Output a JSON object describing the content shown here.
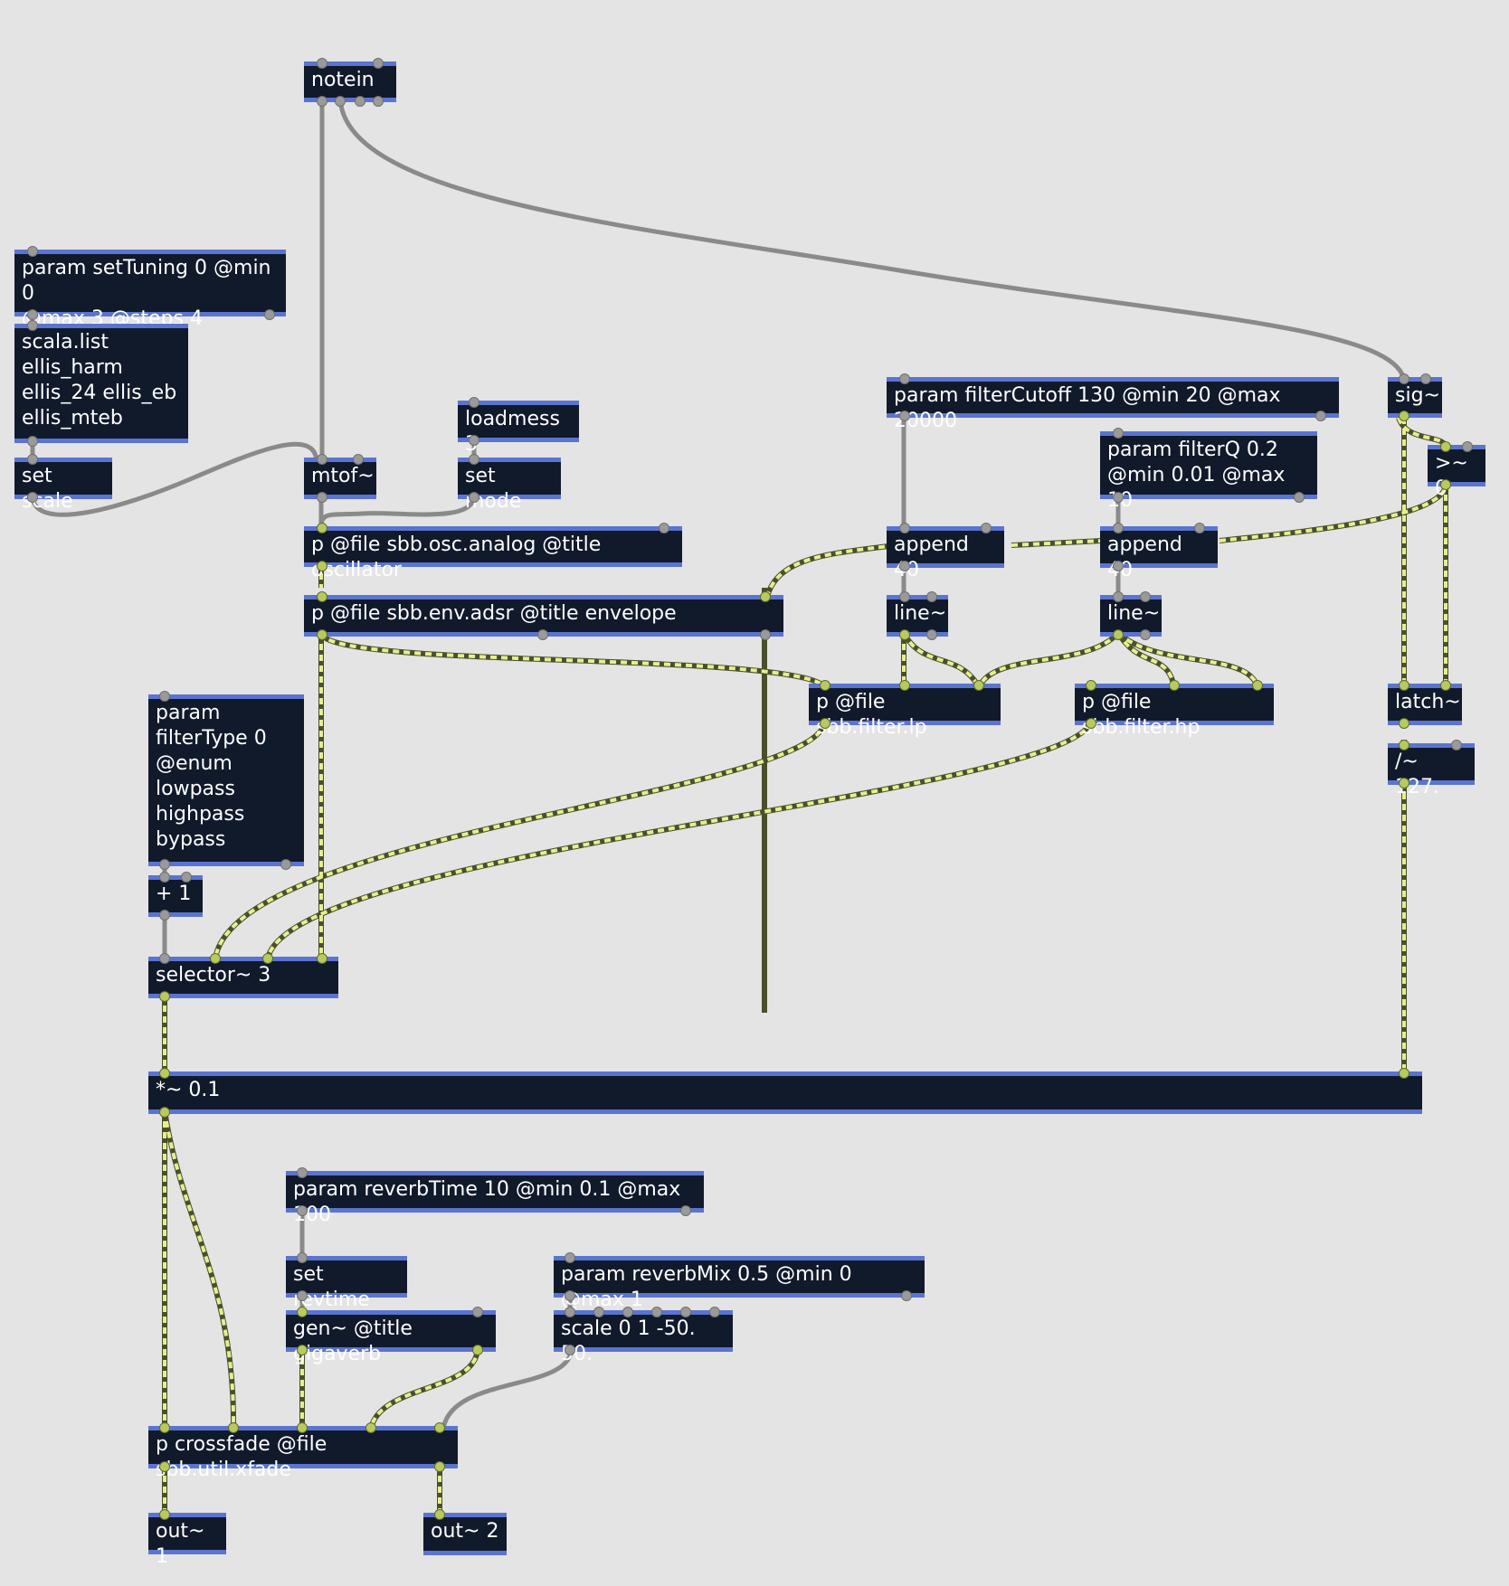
{
  "colors": {
    "background": "#e4e4e4",
    "box_fill": "#111a2b",
    "box_border": "#5a74d0",
    "box_text": "#ffffff",
    "control_cord": "#8a8a8a",
    "signal_cord_light": "#e6ef8e",
    "signal_cord_dark": "#4a4f2c"
  },
  "objects": [
    {
      "id": "notein",
      "text": "notein"
    },
    {
      "id": "param_settuning",
      "text": "param setTuning 0 @min 0\n@max 3 @steps 4"
    },
    {
      "id": "scala_list",
      "text": "scala.list\nellis_harm\nellis_24 ellis_eb\nellis_mteb"
    },
    {
      "id": "set_scale",
      "text": "set scale"
    },
    {
      "id": "mtof",
      "text": "mtof~"
    },
    {
      "id": "loadmess",
      "text": "loadmess 3"
    },
    {
      "id": "set_mode",
      "text": "set mode"
    },
    {
      "id": "osc",
      "text": "p @file sbb.osc.analog @title oscillator"
    },
    {
      "id": "env",
      "text": "p @file sbb.env.adsr @title envelope"
    },
    {
      "id": "param_cutoff",
      "text": "param filterCutoff 130 @min 20 @max 20000"
    },
    {
      "id": "param_q",
      "text": "param filterQ 0.2\n@min 0.01 @max 10"
    },
    {
      "id": "append1",
      "text": "append 40"
    },
    {
      "id": "append2",
      "text": "append 40"
    },
    {
      "id": "line1",
      "text": "line~"
    },
    {
      "id": "line2",
      "text": "line~"
    },
    {
      "id": "filter_lp",
      "text": "p @file sbb.filter.lp"
    },
    {
      "id": "filter_hp",
      "text": "p @file sbb.filter.hp"
    },
    {
      "id": "sig",
      "text": "sig~"
    },
    {
      "id": "gte",
      "text": ">~ 0"
    },
    {
      "id": "latch",
      "text": "latch~"
    },
    {
      "id": "div127",
      "text": "/~ 127."
    },
    {
      "id": "param_filtertype",
      "text": "param\nfilterType 0\n@enum\nlowpass\nhighpass\nbypass"
    },
    {
      "id": "plus1",
      "text": "+ 1"
    },
    {
      "id": "selector",
      "text": "selector~ 3"
    },
    {
      "id": "mult",
      "text": "*~ 0.1"
    },
    {
      "id": "param_revtime",
      "text": "param reverbTime 10 @min 0.1 @max 100"
    },
    {
      "id": "set_revtime",
      "text": "set revtime"
    },
    {
      "id": "gigaverb",
      "text": "gen~ @title gigaverb"
    },
    {
      "id": "param_revmix",
      "text": "param reverbMix 0.5 @min 0 @max 1"
    },
    {
      "id": "scale",
      "text": "scale 0 1 -50. 50."
    },
    {
      "id": "crossfade",
      "text": "p crossfade @file sbb.util.xfade"
    },
    {
      "id": "out1",
      "text": "out~ 1"
    },
    {
      "id": "out2",
      "text": "out~ 2"
    }
  ]
}
